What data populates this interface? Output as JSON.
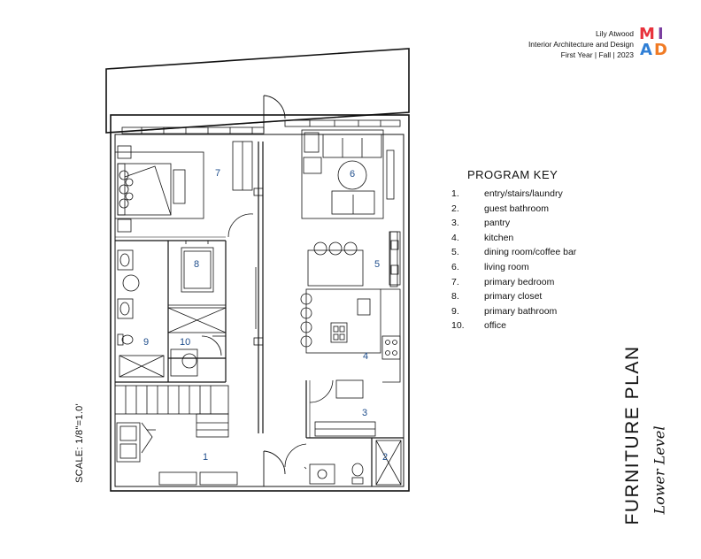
{
  "header": {
    "name": "Lily Atwood",
    "program": "Interior Architecture and Design",
    "term": "First Year | Fall | 2023"
  },
  "logo": {
    "letters": [
      "M",
      "I",
      "A",
      "D"
    ],
    "colors": [
      "#e8323c",
      "#7b3fa0",
      "#2f7fd6",
      "#f07b25"
    ]
  },
  "program_key": {
    "title": "PROGRAM KEY",
    "items": [
      {
        "num": "1.",
        "label": "entry/stairs/laundry"
      },
      {
        "num": "2.",
        "label": "guest bathroom"
      },
      {
        "num": "3.",
        "label": "pantry"
      },
      {
        "num": "4.",
        "label": "kitchen"
      },
      {
        "num": "5.",
        "label": "dining room/coffee bar"
      },
      {
        "num": "6.",
        "label": "living room"
      },
      {
        "num": "7.",
        "label": "primary bedroom"
      },
      {
        "num": "8.",
        "label": "primary closet"
      },
      {
        "num": "9.",
        "label": "primary bathroom"
      },
      {
        "num": "10.",
        "label": "office"
      }
    ]
  },
  "room_labels": [
    "1",
    "2",
    "3",
    "4",
    "5",
    "6",
    "7",
    "8",
    "9",
    "10"
  ],
  "title": "FURNITURE PLAN",
  "subtitle": "Lower Level",
  "scale": "SCALE: 1/8\"=1.0'"
}
